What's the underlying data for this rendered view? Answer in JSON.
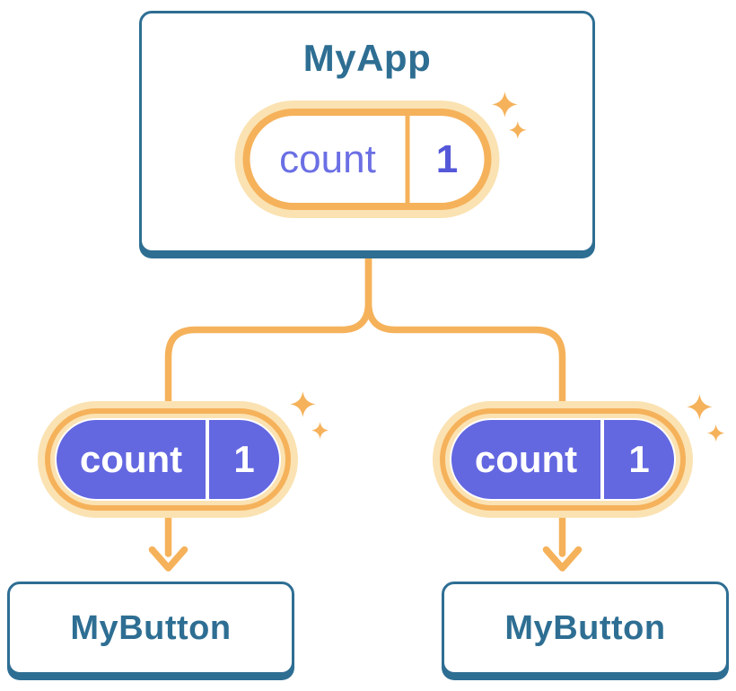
{
  "palette": {
    "blue": "#2E6E93",
    "orange": "#F5B25B",
    "peach": "#FBE2B2",
    "purple": "#6367E0",
    "purple_text": "#6B6FE4",
    "purple_value": "#5558D8"
  },
  "tree": {
    "root": {
      "title": "MyApp",
      "state": {
        "name": "count",
        "value": "1"
      },
      "icon": "sparkles-icon"
    },
    "children": [
      {
        "title": "MyButton",
        "prop": {
          "name": "count",
          "value": "1"
        },
        "icon": "sparkles-icon"
      },
      {
        "title": "MyButton",
        "prop": {
          "name": "count",
          "value": "1"
        },
        "icon": "sparkles-icon"
      }
    ]
  }
}
